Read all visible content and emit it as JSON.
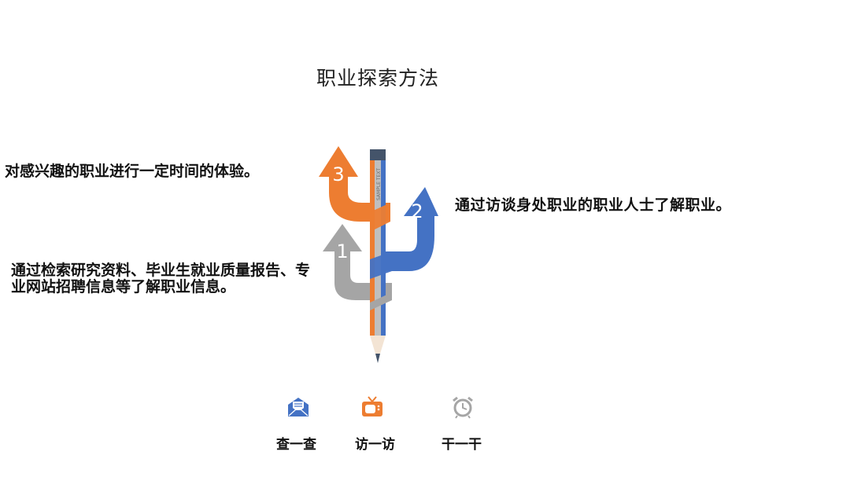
{
  "title": "职业探索方法",
  "steps": [
    {
      "number": "1",
      "color": "#a5a5a5",
      "text": "通过检索研究资料、毕业生就业质量报告、专业网站招聘信息等了解职业信息。"
    },
    {
      "number": "2",
      "color": "#4472c4",
      "text": "通过访谈身处职业的职业人士了解职业。"
    },
    {
      "number": "3",
      "color": "#ed7d31",
      "text": "对感兴趣的职业进行一定时间的体验。"
    }
  ],
  "pencil": {
    "label": "SAMPLE TEXT",
    "cap_color": "#44546a"
  },
  "methods": [
    {
      "icon": "envelope-icon",
      "label": "查一查",
      "color": "#4472c4"
    },
    {
      "icon": "tv-icon",
      "label": "访一访",
      "color": "#ed7d31"
    },
    {
      "icon": "alarm-clock-icon",
      "label": "干一干",
      "color": "#a5a5a5"
    }
  ]
}
